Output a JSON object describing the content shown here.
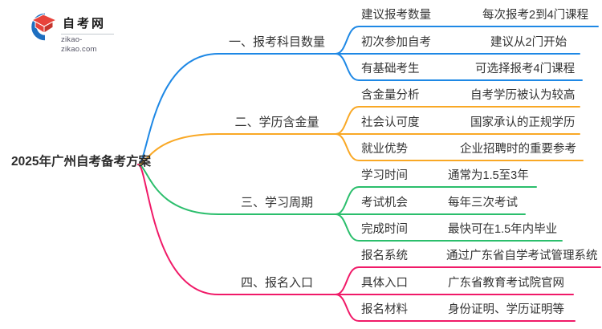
{
  "logo": {
    "site_name": "自考网",
    "site_url": "zikao-zikao.com",
    "icon": "graduation-cap-icon"
  },
  "central": {
    "title": "2025年广州自考备考方案"
  },
  "colors": {
    "branch1": "#1E88E5",
    "branch2": "#F9A825",
    "bran3_note": "",
    "branch3": "#2BBE6C",
    "branch4": "#F01A68",
    "logoblue": "#1E6FC0",
    "logored": "#E8433B"
  },
  "branches": [
    {
      "label": "一、报考科目数量",
      "color": "#1E88E5",
      "rows": [
        {
          "key": "建议报考数量",
          "value": "每次报考2到4门课程"
        },
        {
          "key": "初次参加自考",
          "value": "建议从2门开始"
        },
        {
          "key": "有基础考生",
          "value": "可选择报考4门课程"
        }
      ]
    },
    {
      "label": "二、学历含金量",
      "color": "#F9A825",
      "rows": [
        {
          "key": "含金量分析",
          "value": "自考学历被认为较高"
        },
        {
          "key": "社会认可度",
          "value": "国家承认的正规学历"
        },
        {
          "key": "就业优势",
          "value": "企业招聘时的重要参考"
        }
      ]
    },
    {
      "label": "三、学习周期",
      "color": "#2BBE6C",
      "rows": [
        {
          "key": "学习时间",
          "value": "通常为1.5至3年"
        },
        {
          "key": "考试机会",
          "value": "每年三次考试"
        },
        {
          "key": "完成时间",
          "value": "最快可在1.5年内毕业"
        }
      ]
    },
    {
      "label": "四、报名入口",
      "color": "#F01A68",
      "rows": [
        {
          "key": "报名系统",
          "value": "通过广东省自学考试管理系统"
        },
        {
          "key": "具体入口",
          "value": "广东省教育考试院官网"
        },
        {
          "key": "报名材料",
          "value": "身份证明、学历证明等"
        }
      ]
    }
  ]
}
